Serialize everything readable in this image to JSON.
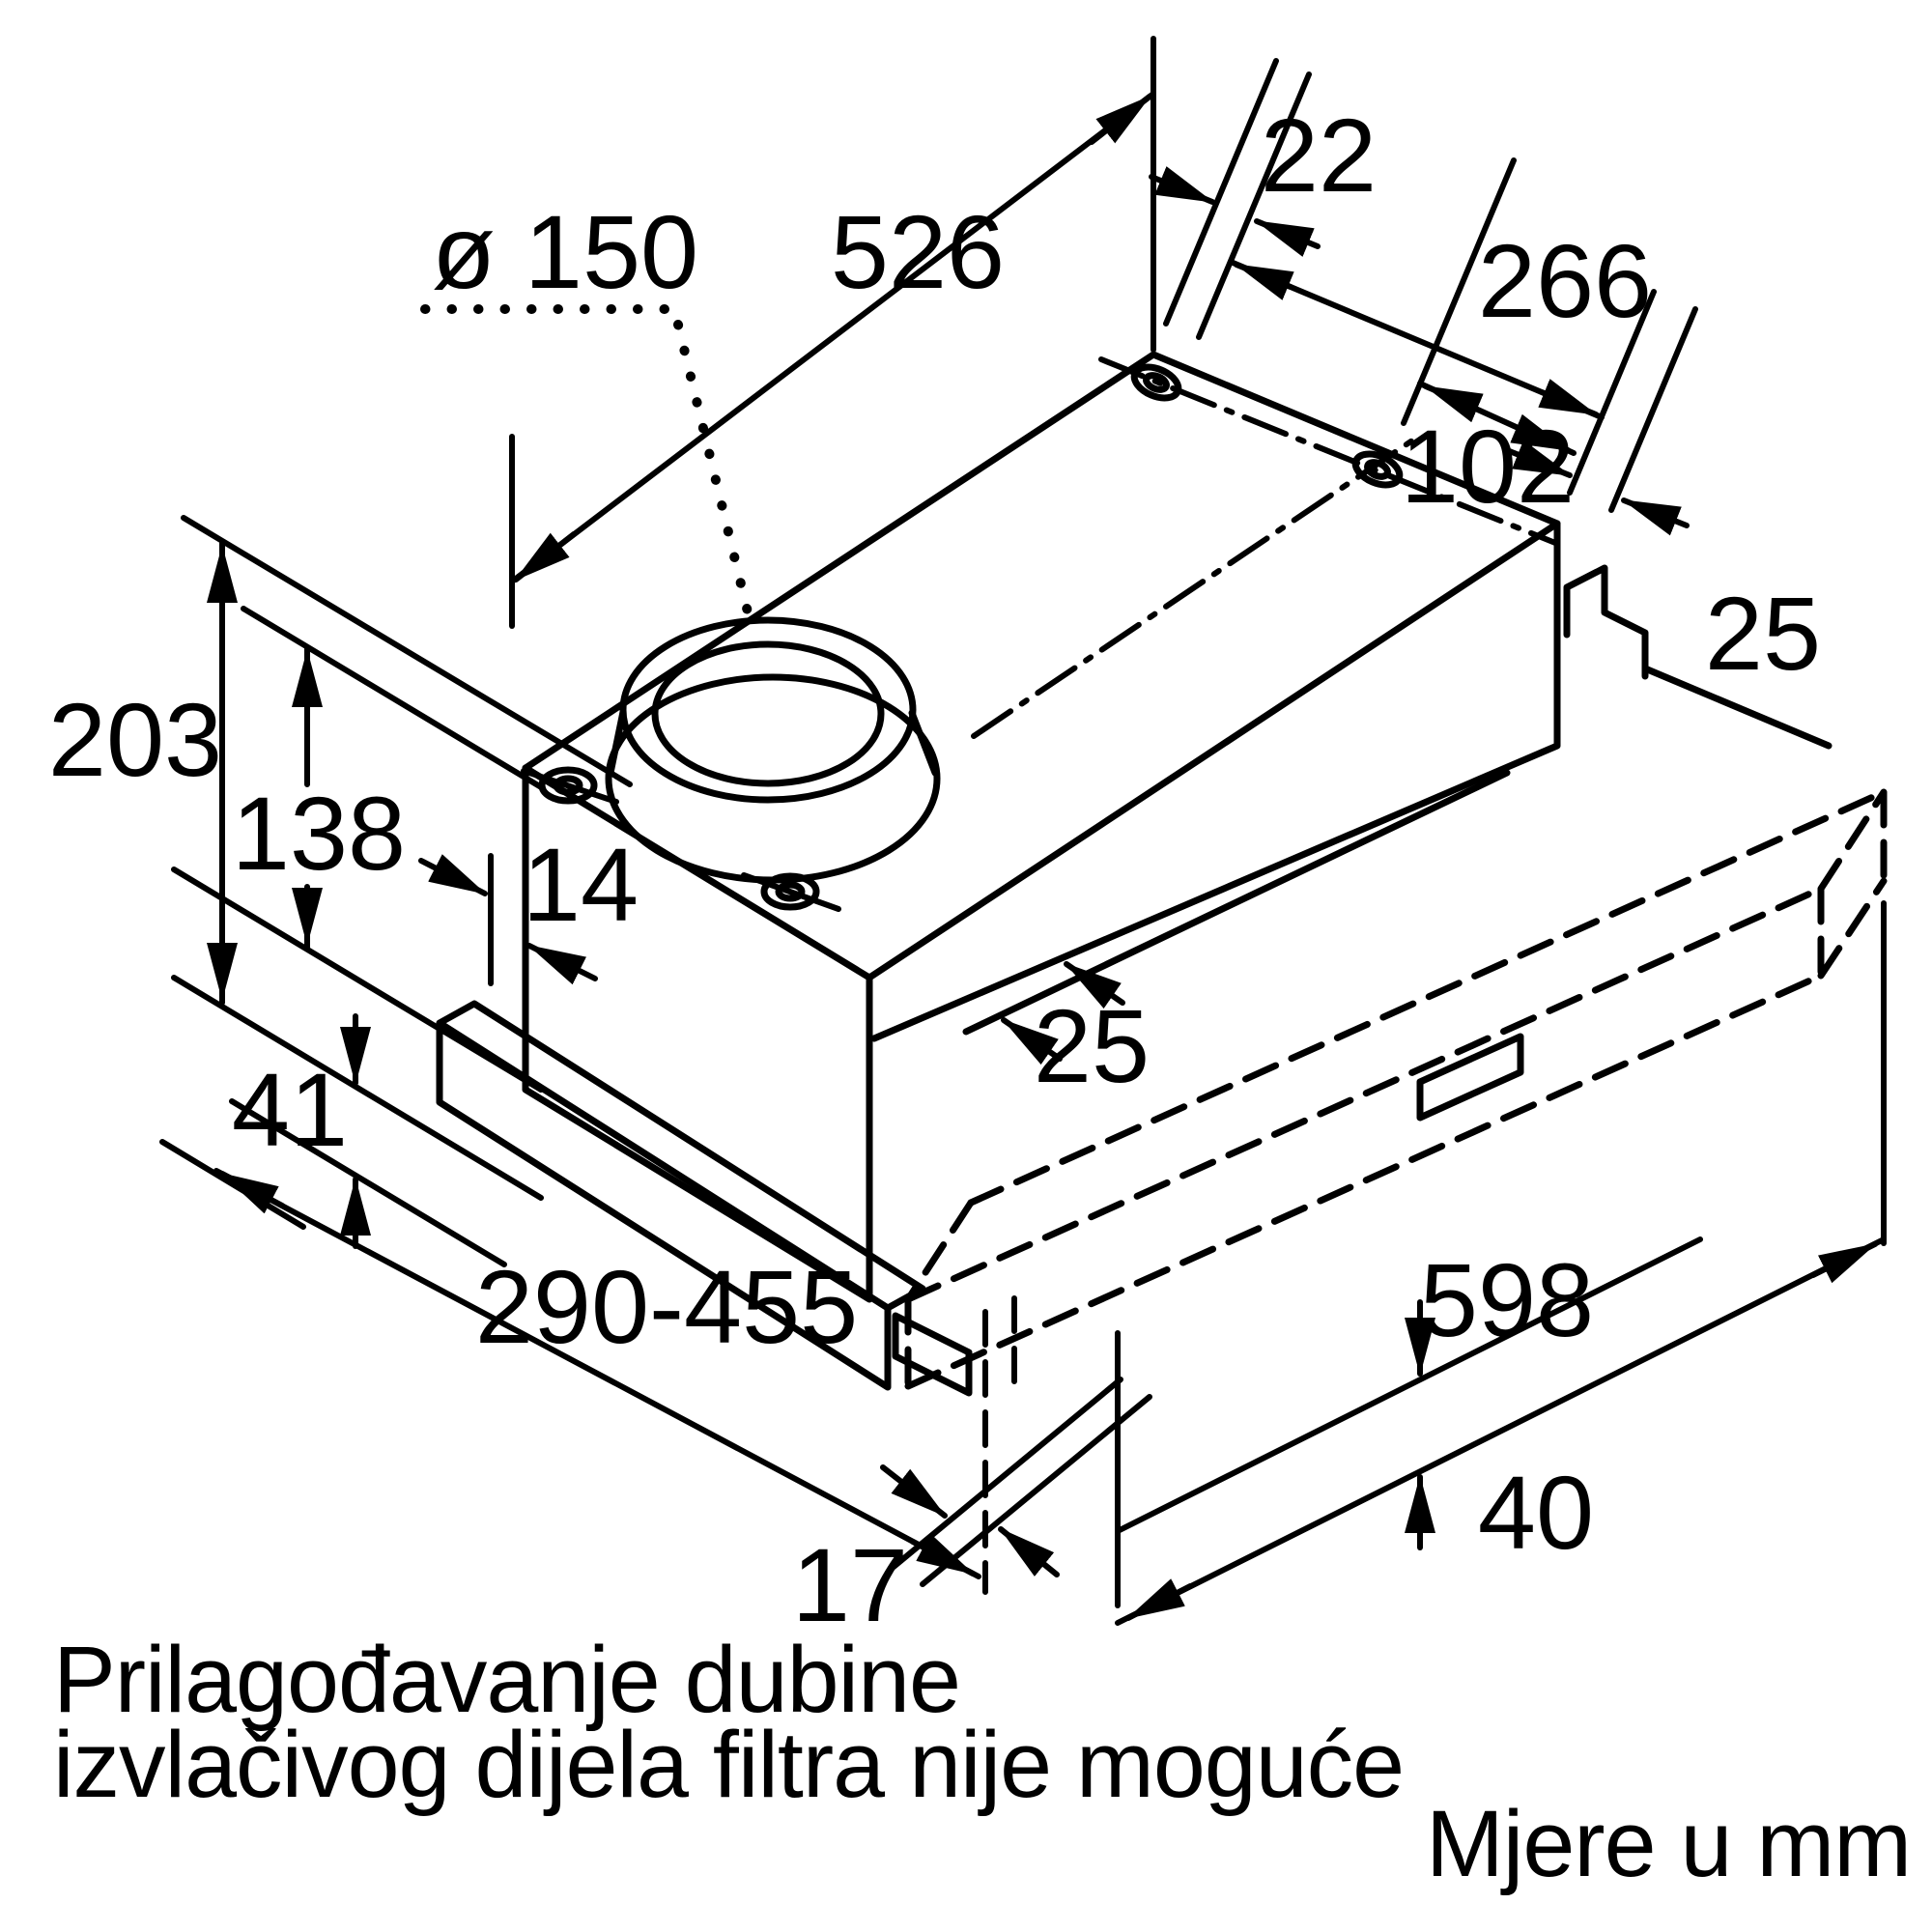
{
  "drawing": {
    "type": "installation-dimension-diagram",
    "product": "telescopic-cooker-hood",
    "line_color": "#000000",
    "background_color": "#ffffff",
    "dims": {
      "duct_diameter": "ø 150",
      "body_depth": "526",
      "slot_edge_offset": "22",
      "slot_spacing": "266",
      "slot_corner_offset": "102",
      "rear_gap": "25",
      "total_height": "203",
      "body_height": "138",
      "front_offset": "14",
      "side_step": "25",
      "front_bar_height": "41",
      "depth_range": "290-455",
      "drawer_width": "598",
      "drawer_front_height": "40",
      "bottom_gap": "17"
    },
    "notes": {
      "line1": "Prilagođavanje dubine",
      "line2": "izvlačivog dijela filtra nije moguće",
      "units": "Mjere u mm"
    }
  }
}
